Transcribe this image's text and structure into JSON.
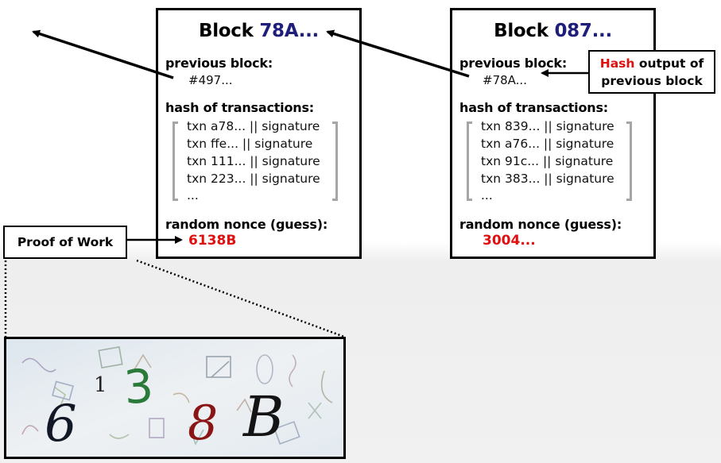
{
  "blocks": [
    {
      "title_prefix": "Block ",
      "title_hash": "78A...",
      "previous_label": "previous block:",
      "previous_value": "#497...",
      "transactions_label": "hash of transactions:",
      "transactions": [
        "txn a78... || signature",
        "txn ffe...  || signature",
        "txn 111... || signature",
        "txn 223... || signature",
        "..."
      ],
      "nonce_label": "random nonce (guess):",
      "nonce_value": "6138B"
    },
    {
      "title_prefix": "Block ",
      "title_hash": "087...",
      "previous_label": "previous block:",
      "previous_value": "#78A...",
      "transactions_label": "hash of transactions:",
      "transactions": [
        "txn 839... || signature",
        "txn a76... || signature",
        "txn 91c... || signature",
        "txn 383... || signature",
        "..."
      ],
      "nonce_label": "random nonce (guess):",
      "nonce_value": "3004..."
    }
  ],
  "proof_of_work": "Proof of Work",
  "hash_note": {
    "red": "Hash",
    "rest_line1": " output of",
    "line2": "previous block"
  },
  "captcha_glyphs": [
    "6",
    "1",
    "3",
    "8",
    "B"
  ],
  "colors": {
    "nonce_red": "#e01010",
    "hash_blue": "#1f1f7a",
    "bracket_gray": "#a6a6a6"
  }
}
